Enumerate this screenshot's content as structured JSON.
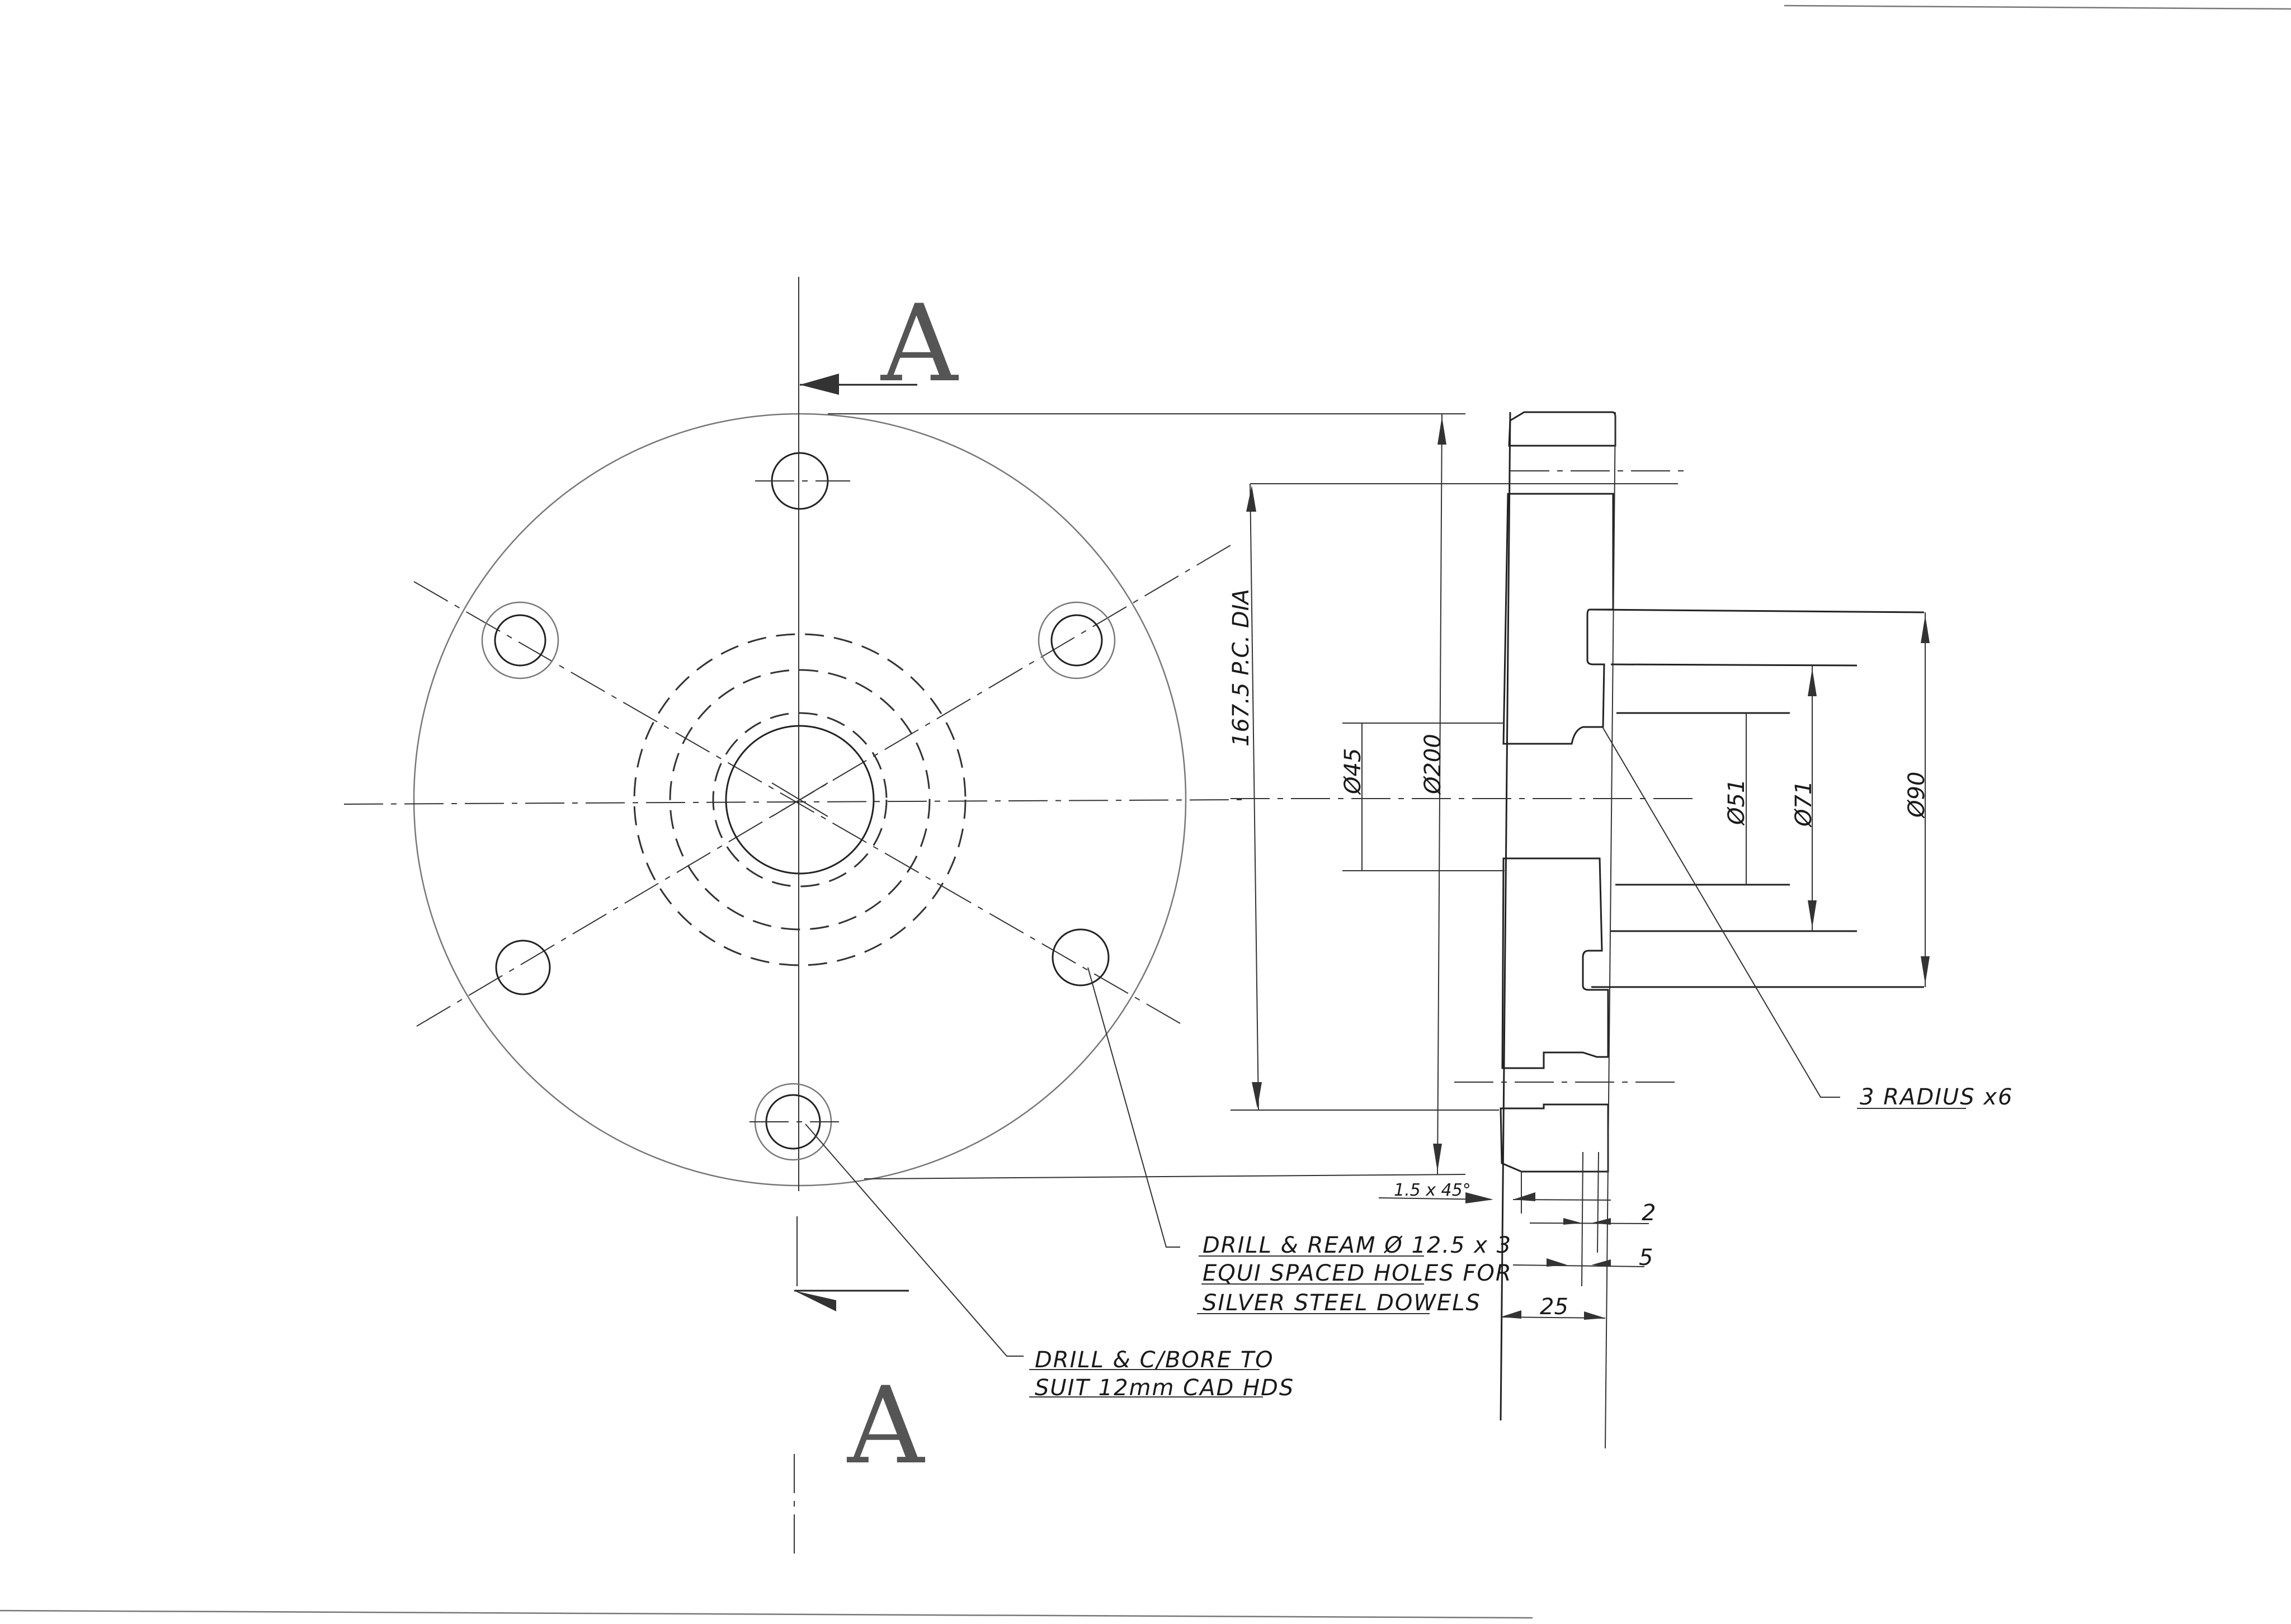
{
  "drawing": {
    "type": "engineering-drawing",
    "subject": "flange",
    "section_label_top": "A",
    "section_label_bottom": "A",
    "views": [
      "front view (bolt circle)",
      "section A-A"
    ]
  },
  "dimensions": {
    "pcd": "167.5 P.C. DIA",
    "bore_dia": "Ø45",
    "outer_dia": "Ø200",
    "spigot_dia_51": "Ø51",
    "spigot_dia_71": "Ø71",
    "spigot_dia_90": "Ø90",
    "chamfer": "1.5 x 45°",
    "step_2": "2",
    "step_5": "5",
    "thickness": "25"
  },
  "notes": {
    "radius": "3 RADIUS x6",
    "dowel_line1": "DRILL & REAM Ø 12.5 x 3",
    "dowel_line2": "EQUI SPACED HOLES FOR",
    "dowel_line3": "SILVER STEEL DOWELS",
    "cbore_line1": "DRILL & C/BORE TO",
    "cbore_line2": "SUIT 12mm CAD HDS"
  }
}
